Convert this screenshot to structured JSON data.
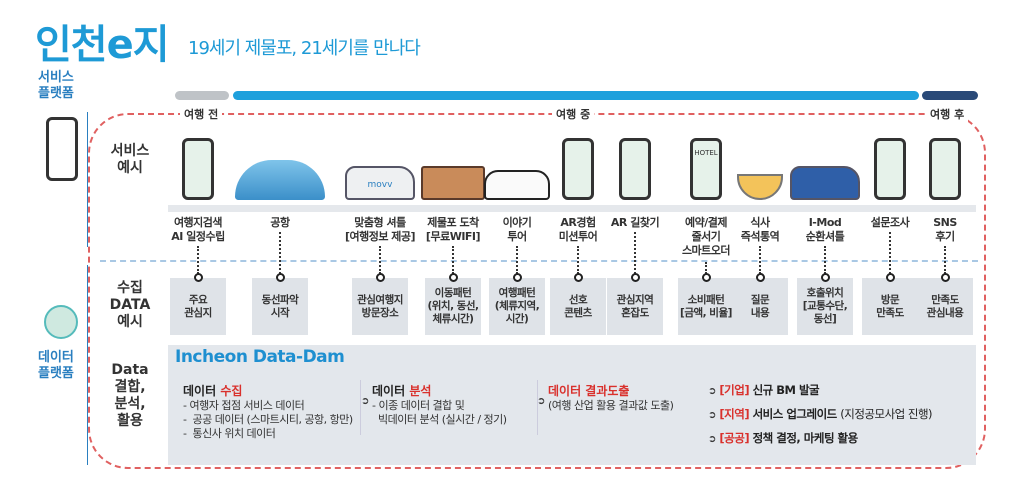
{
  "header": {
    "title": "인천e지",
    "subtitle": "19세기 제물포, 21세기를 만나다"
  },
  "side": {
    "service_platform": "서비스\n플랫폼",
    "data_platform": "데이터\n플랫폼"
  },
  "rows": {
    "service": "서비스\n예시",
    "collect": "수집\nDATA\n예시",
    "data": "Data\n결합,\n분석,\n활용"
  },
  "phases": {
    "before": "여행 전",
    "during": "여행 중",
    "after": "여행 후"
  },
  "colors": {
    "accent": "#1e9ad6",
    "before_bar": "#bfc3c7",
    "during_bar": "#1ea0dc",
    "after_bar": "#2a4a78",
    "frame": "#e06060",
    "highlight": "#d9302c"
  },
  "services": [
    {
      "icon": "smartphone-icon",
      "label": "여행지검색\nAI 일정수립",
      "data": "주요\n관심지"
    },
    {
      "icon": "airport-icon",
      "label": "공항",
      "data": "동선파악\n시작"
    },
    {
      "icon": "shuttle-van-icon",
      "label": "맞춤형 셔틀\n[여행정보 제공]",
      "data": "관심여행지\n방문장소",
      "van_text": "movv"
    },
    {
      "icon": "wifi-house-icon",
      "label": "제물포 도착\n[무료WIFI]",
      "data": "이동패턴\n(위치, 동선,\n체류시간)"
    },
    {
      "icon": "tour-car-icon",
      "label": "이야기\n투어",
      "data": "여행패턴\n(체류지역,\n시간)"
    },
    {
      "icon": "ar-phone-icon",
      "label": "AR경험\n미션투어",
      "data": "선호\n콘텐츠"
    },
    {
      "icon": "map-phone-icon",
      "label": "AR 길찾기",
      "data": "관심지역\n혼잡도"
    },
    {
      "icon": "booking-phone-icon",
      "label": "예약/결제\n줄서기\n스마트오더",
      "data": "소비패턴\n[금액, 비율]",
      "phone_text": "HOTEL"
    },
    {
      "icon": "noodle-translate-icon",
      "label": "식사\n즉석통역",
      "data": "질문\n내용"
    },
    {
      "icon": "shuttle-bus-icon",
      "label": "I-Mod\n순환셔틀",
      "data": "호출위치\n[교통수단,\n동선]"
    },
    {
      "icon": "survey-phone-icon",
      "label": "설문조사",
      "data": "방문\n만족도"
    },
    {
      "icon": "sns-phone-icon",
      "label": "SNS\n후기",
      "data": "만족도\n관심내용"
    }
  ],
  "dam": {
    "title": "Incheon Data-Dam",
    "collect": {
      "head1": "데이터",
      "head2": "수집",
      "lines": [
        "- 여행자 접점 서비스 데이터",
        "-  공공 데이터 (스마트시티, 공항, 항만)",
        "-  통신사 위치 데이터"
      ]
    },
    "analyze": {
      "head1": "데이터",
      "head2": "분석",
      "lines": [
        "- 이종 데이터 결합 및",
        "  빅데이터 분석 (실시간 / 정기)"
      ]
    },
    "result": {
      "head": "데이터 결과도출",
      "line": "(여행 산업 활용 결과값 도출)"
    },
    "outcomes": [
      {
        "tag": "[기업]",
        "text": "신규 BM 발굴",
        "note": ""
      },
      {
        "tag": "[지역]",
        "text": "서비스 업그레이드",
        "note": "(지정공모사업 진행)"
      },
      {
        "tag": "[공공]",
        "text": "정책 결정, 마케팅 활용",
        "note": ""
      }
    ]
  }
}
